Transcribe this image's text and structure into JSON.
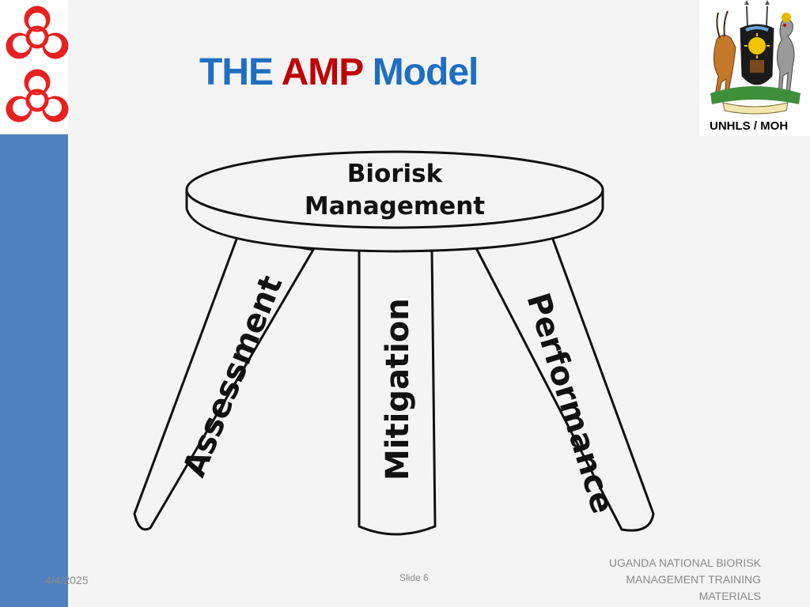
{
  "title": {
    "part1": "THE ",
    "part2": "AMP",
    "part3": " Model"
  },
  "crest_label": "UNHLS / MOH",
  "stool": {
    "seat_line1": "Biorisk",
    "seat_line2": "Management",
    "leg_left": "Assessment",
    "leg_middle": "Mitigation",
    "leg_right": "Performance"
  },
  "footer": {
    "date": "4/4/2025",
    "slide": "Slide 6",
    "org": "UGANDA NATIONAL BIORISK MANAGEMENT TRAINING MATERIALS"
  },
  "colors": {
    "title_blue": "#1f6fc1",
    "title_red": "#c00000",
    "side_bar": "#4f81bd",
    "hazard_red": "#e8201f"
  }
}
